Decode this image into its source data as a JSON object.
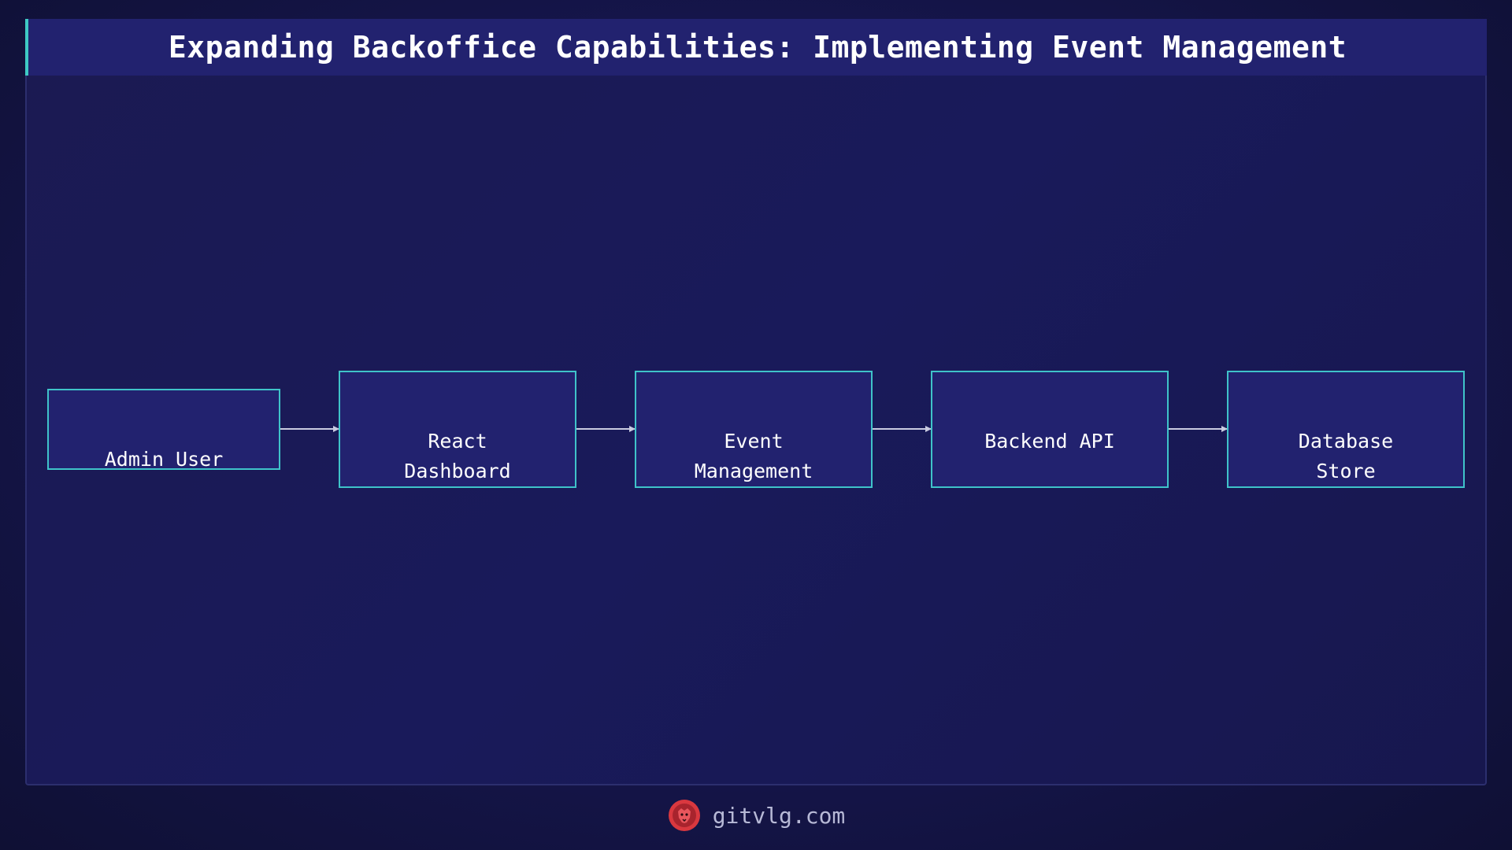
{
  "title": "Expanding Backoffice Capabilities: Implementing Event Management",
  "nodes": [
    {
      "id": "admin-user",
      "label": "Admin User"
    },
    {
      "id": "react-dashboard",
      "label": "React\nDashboard"
    },
    {
      "id": "event-management",
      "label": "Event\nManagement"
    },
    {
      "id": "backend-api",
      "label": "Backend API"
    },
    {
      "id": "database-store",
      "label": "Database\nStore"
    }
  ],
  "edges": [
    {
      "from": "admin-user",
      "to": "react-dashboard"
    },
    {
      "from": "react-dashboard",
      "to": "event-management"
    },
    {
      "from": "event-management",
      "to": "backend-api"
    },
    {
      "from": "backend-api",
      "to": "database-store"
    }
  ],
  "footer": {
    "site": "gitvlg.com",
    "logo_icon": "lion-logo-icon"
  },
  "colors": {
    "node_fill": "#22226f",
    "node_border": "#3fc3c9",
    "accent": "#3ec9c4",
    "arrow": "#c9cbe0",
    "logo": "#d9383f"
  }
}
